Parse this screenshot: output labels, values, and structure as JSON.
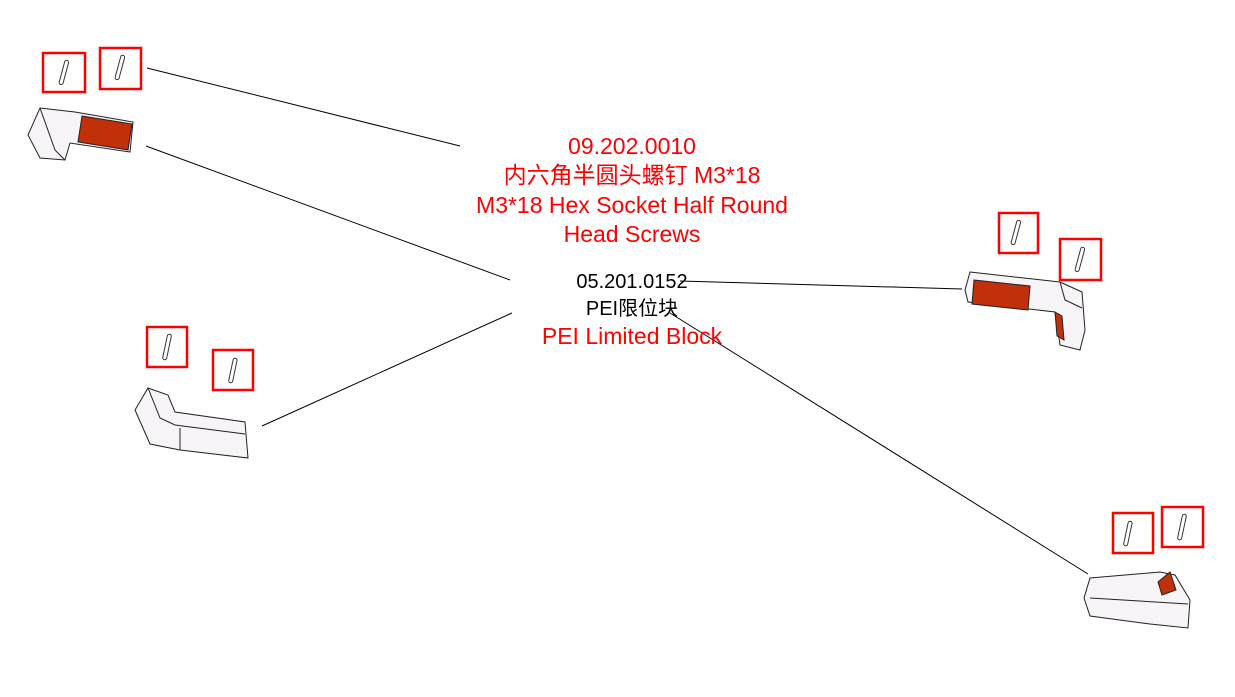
{
  "screw_label": {
    "part_number": "09.202.0010",
    "name_cn": "内六角半圆头螺钉 M3*18",
    "name_en_line1": "M3*18 Hex Socket Half Round",
    "name_en_line2": "Head Screws"
  },
  "block_label": {
    "part_number": "05.201.0152",
    "name_cn": "PEI限位块",
    "name_en": "PEI Limited Block"
  },
  "colors": {
    "highlight": "#ff0000",
    "pad": "#c0300a",
    "leader": "#000000"
  }
}
